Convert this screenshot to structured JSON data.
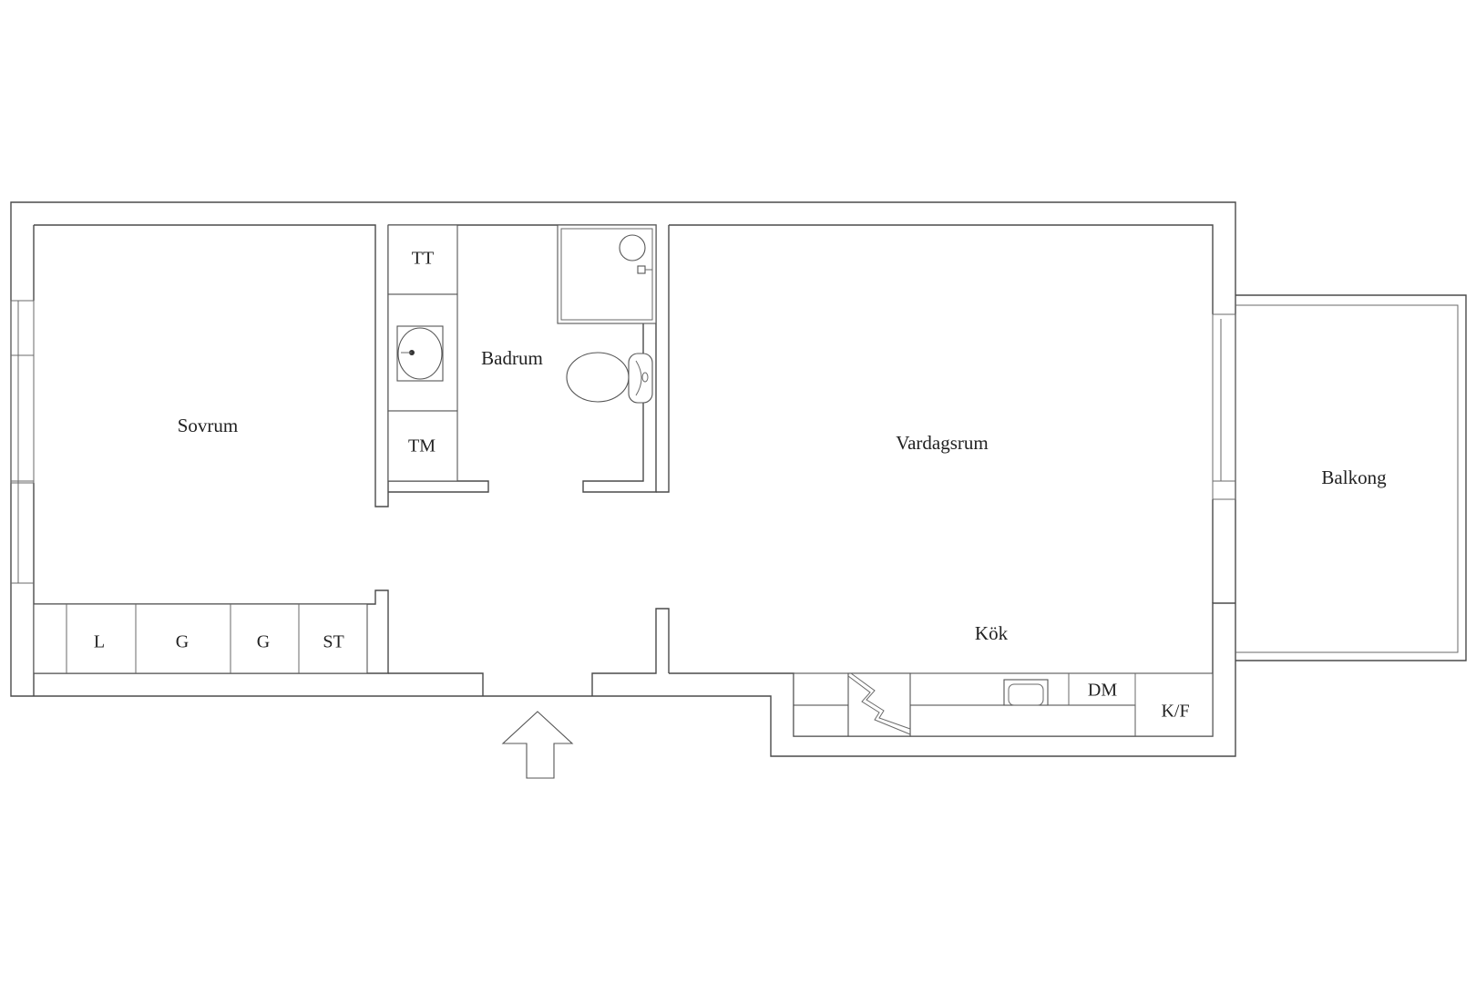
{
  "rooms": {
    "bedroom": "Sovrum",
    "bathroom": "Badrum",
    "living_room": "Vardagsrum",
    "kitchen": "Kök",
    "balcony": "Balkong"
  },
  "fixtures": {
    "bathroom_top_storage": "TT",
    "bathroom_bottom_storage": "TM",
    "wardrobe": [
      "L",
      "G",
      "G",
      "ST"
    ],
    "dishwasher": "DM",
    "fridge_freezer": "K/F"
  },
  "colors": {
    "wall": "#4a4a4a",
    "label": "#222222",
    "background": "#ffffff"
  },
  "icons": {
    "entrance": "arrow-up-icon",
    "sink": "sink-icon",
    "toilet": "toilet-icon",
    "shower": "shower-icon",
    "stove": "stove-icon",
    "kitchen_sink": "kitchen-sink-icon"
  }
}
